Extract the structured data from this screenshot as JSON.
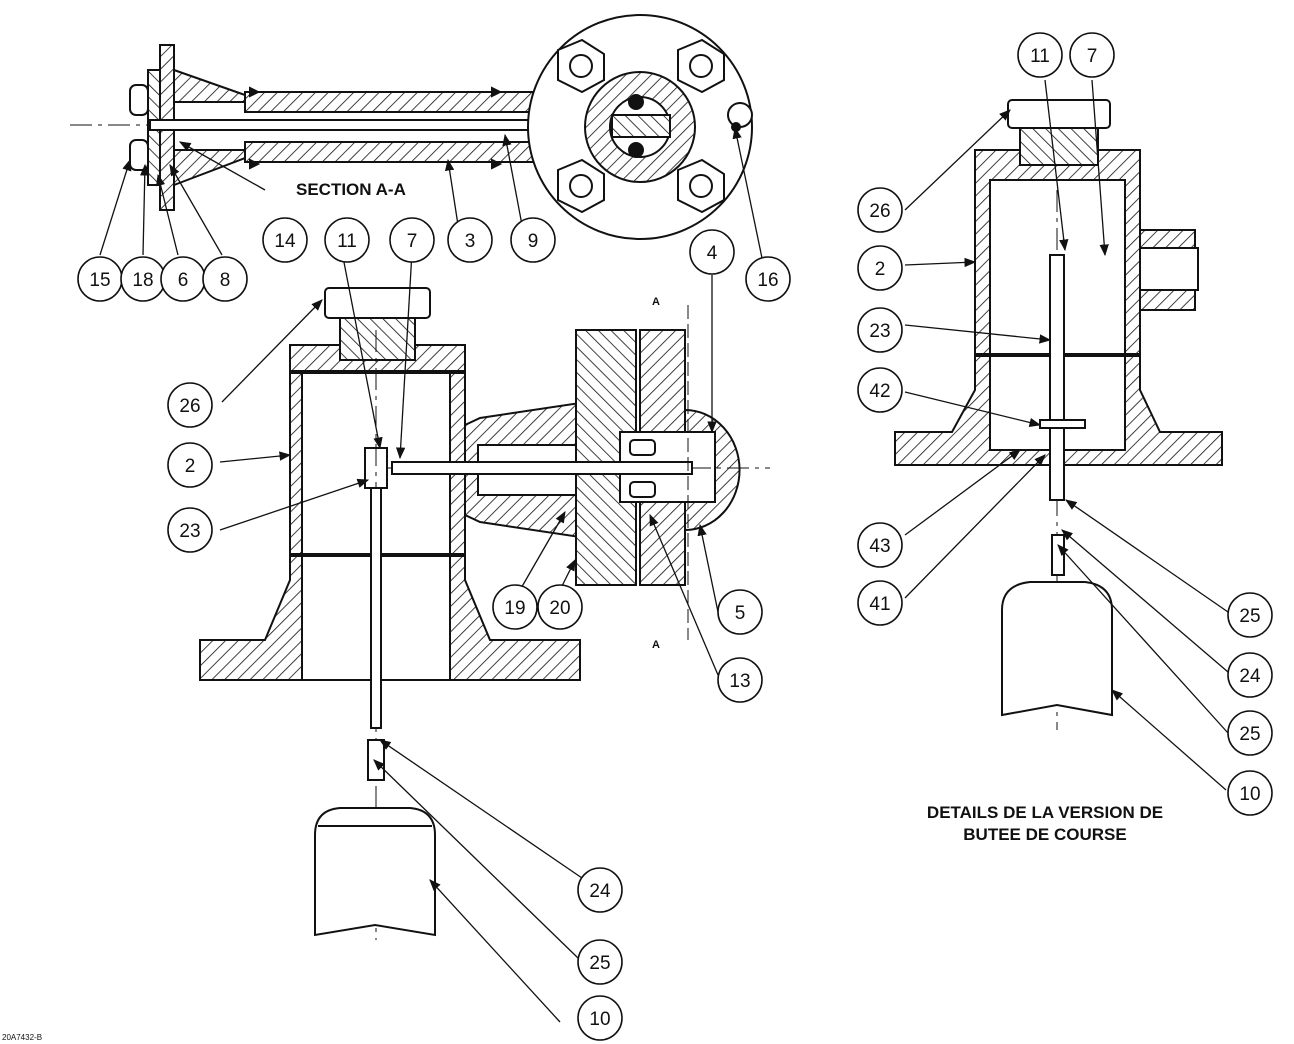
{
  "diagram": {
    "section_title": "SECTION A-A",
    "section_marker": "A",
    "detail_title_line1": "DETAILS DE LA VERSION DE",
    "detail_title_line2": "BUTEE DE COURSE",
    "drawing_ref": "20A7432-B",
    "callouts": {
      "c15": "15",
      "c18": "18",
      "c6": "6",
      "c8": "8",
      "c14": "14",
      "c11a": "11",
      "c7a": "7",
      "c3": "3",
      "c9": "9",
      "c16": "16",
      "c4": "4",
      "c26a": "26",
      "c2a": "2",
      "c23a": "23",
      "c19": "19",
      "c20": "20",
      "c5": "5",
      "c13": "13",
      "c24a": "24",
      "c25a": "25",
      "c10a": "10",
      "c11b": "11",
      "c7b": "7",
      "c26b": "26",
      "c2b": "2",
      "c23b": "23",
      "c42": "42",
      "c43": "43",
      "c41": "41",
      "c25b": "25",
      "c24b": "24",
      "c25c": "25",
      "c10b": "10"
    },
    "colors": {
      "line": "#111111",
      "paper": "#ffffff"
    }
  }
}
